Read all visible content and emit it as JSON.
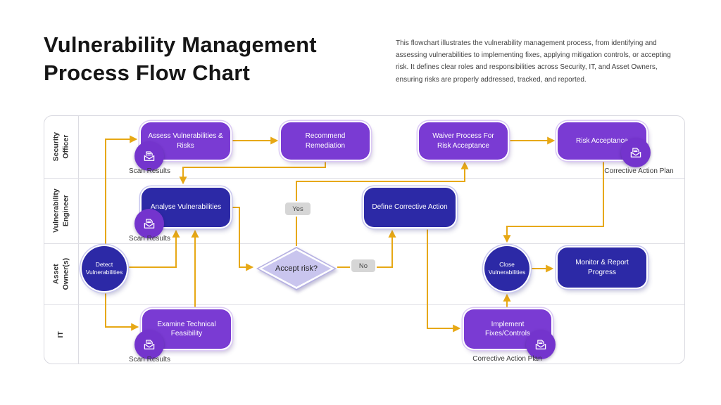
{
  "header": {
    "title": "Vulnerability Management Process Flow Chart",
    "description": "This flowchart illustrates the vulnerability management process, from identifying and assessing vulnerabilities to implementing fixes, applying mitigation controls, or accepting risk. It defines clear roles and responsibilities across Security, IT, and Asset Owners, ensuring risks are properly addressed, tracked, and reported."
  },
  "lanes": [
    {
      "label": "Security Officer"
    },
    {
      "label": "Vulnerability Engineer"
    },
    {
      "label": "Asset Owner(s)"
    },
    {
      "label": "IT"
    }
  ],
  "nodes": {
    "assess": {
      "label": "Assess Vulnerabilities & Risks",
      "type": "process"
    },
    "recommend": {
      "label": "Recommend Remediation",
      "type": "process"
    },
    "waiver": {
      "label": "Waiver Process For Risk Acceptance",
      "type": "process"
    },
    "risk_acceptance": {
      "label": "Risk Acceptance",
      "type": "process"
    },
    "analyse": {
      "label": "Analyse Vulnerabilities",
      "type": "process"
    },
    "define": {
      "label": "Define Corrective Action",
      "type": "process"
    },
    "detect": {
      "label": "Detect Vulnerabilities",
      "type": "start"
    },
    "decision": {
      "label": "Accept risk?",
      "type": "decision"
    },
    "close": {
      "label": "Close Vulnerabilities",
      "type": "end"
    },
    "monitor": {
      "label": "Monitor & Report Progress",
      "type": "process"
    },
    "examine": {
      "label": "Examine Technical Feasibility",
      "type": "process"
    },
    "implement": {
      "label": "Implement Fixes/Controls",
      "type": "process"
    }
  },
  "badges": {
    "yes": "Yes",
    "no": "No"
  },
  "annotations": {
    "scan_results": "Scan Results",
    "corrective_action_plan": "Corrective Action Plan"
  },
  "icons": {
    "document_icon": "scan-report-document"
  },
  "colors": {
    "process_purple": "#7a3bd3",
    "process_blue": "#2c29a6",
    "decision_fill": "#c9c5ee",
    "connector_gold": "#e7a815",
    "badge_gray": "#d6d6d6",
    "title_text": "#151515"
  }
}
